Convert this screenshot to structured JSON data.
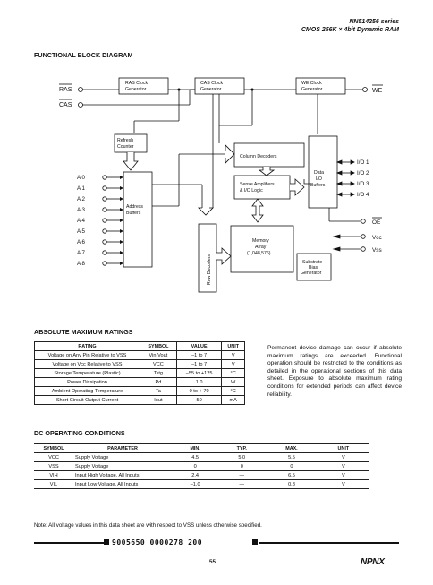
{
  "header": {
    "line1": "NN514256 series",
    "line2": "CMOS 256K × 4bit Dynamic RAM"
  },
  "functional_title": "FUNCTIONAL BLOCK DIAGRAM",
  "diagram": {
    "ras_clock_gen": [
      "RAS Clock",
      "Generator"
    ],
    "cas_clock_gen": [
      "CAS Clock",
      "Generator"
    ],
    "we_clock_gen": [
      "WE Clock",
      "Generator"
    ],
    "refresh_counter": [
      "Refresh",
      "Counter"
    ],
    "address_buffers": [
      "Address",
      "Buffers"
    ],
    "column_decoders": "Column Decoders",
    "sense_amps": [
      "Sense Amplifiers",
      "& I/O Logic"
    ],
    "data_io_buffers": [
      "Data",
      "I/O",
      "Buffers"
    ],
    "memory_array": [
      "Memory",
      "Array",
      "(1,048,576)"
    ],
    "row_decoders": "Row Decoders",
    "substrate_bias": [
      "Substrate",
      "Bias",
      "Generator"
    ],
    "pin_ras": "RAS",
    "pin_cas": "CAS",
    "pin_we": "WE",
    "pin_oe": "OE",
    "pin_vcc": "Vcc",
    "pin_vss": "Vss",
    "address_pins": [
      "A 0",
      "A 1",
      "A 2",
      "A 3",
      "A 4",
      "A 5",
      "A 6",
      "A 7",
      "A 8"
    ],
    "io_pins": [
      "I/O 1",
      "I/O 2",
      "I/O 3",
      "I/O 4"
    ]
  },
  "amr": {
    "title": "ABSOLUTE MAXIMUM RATINGS",
    "headers": [
      "RATING",
      "SYMBOL",
      "VALUE",
      "UNIT"
    ],
    "rows": [
      [
        "Voltage on Any Pin Relative to VSS",
        "Vin,Vout",
        "–1 to 7",
        "V"
      ],
      [
        "Voltage on Vcc Relative to VSS",
        "VCC",
        "–1 to 7",
        "V"
      ],
      [
        "Storage Temperature (Plastic)",
        "Tstg",
        "–55 to +125",
        "°C"
      ],
      [
        "Power Dissipation",
        "Pd",
        "1.0",
        "W"
      ],
      [
        "Ambient Operating Temperature",
        "Ta",
        "0 to + 70",
        "°C"
      ],
      [
        "Short Circuit Output Current",
        "Iout",
        "50",
        "mA"
      ]
    ],
    "note": "Permanent device damage can occur if absolute maximum ratings are exceeded. Functional operation should be restricted to the conditions as detailed in the operational sections of this data sheet. Exposure to absolute maximum rating conditions for extended periods can affect device reliability."
  },
  "dc": {
    "title": "DC OPERATING CONDITIONS",
    "headers": [
      "SYMBOL",
      "PARAMETER",
      "MIN.",
      "TYP.",
      "MAX.",
      "UNIT"
    ],
    "rows": [
      [
        "VCC",
        "Supply Voltage",
        "4.5",
        "5.0",
        "5.5",
        "V"
      ],
      [
        "VSS",
        "Supply Voltage",
        "0",
        "0",
        "0",
        "V"
      ],
      [
        "VIH",
        "Input High Voltage, All Inputs",
        "2.4",
        "—",
        "6.5",
        "V"
      ],
      [
        "VIL",
        "Input Low Voltage, All Inputs",
        "–1.0",
        "—",
        "0.8",
        "V"
      ]
    ],
    "note": "Note: All voltage values in this data sheet are with respect to VSS unless otherwise specified."
  },
  "footer": {
    "code": "9005650 0000278 200",
    "page": "55",
    "logo": "NPNX"
  }
}
